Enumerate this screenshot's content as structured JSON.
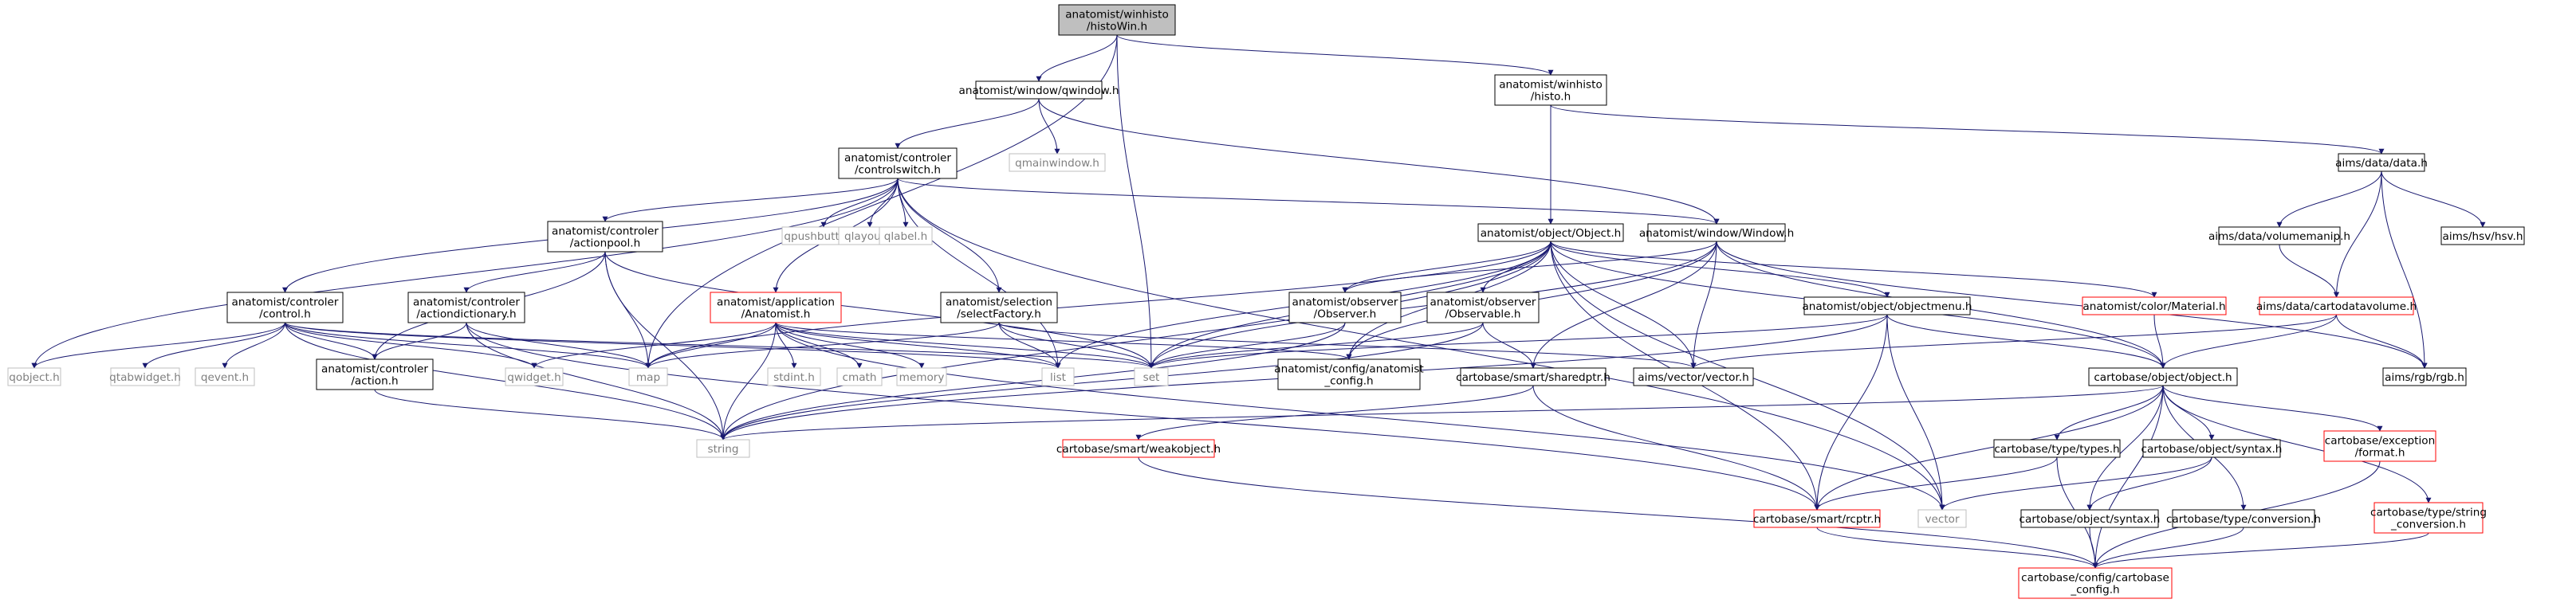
{
  "colors": {
    "edge": "#191970",
    "node_border": "#000000",
    "external_border": "#bfbfbf",
    "external_text": "#7f7f7f",
    "truncated_border": "#ff0000",
    "root_fill": "#bfbfbf",
    "node_fill": "#ffffff",
    "text": "#000000"
  },
  "nodes": [
    {
      "id": "root",
      "lines": [
        "anatomist/winhisto",
        "/histoWin.h"
      ],
      "kind": "root"
    },
    {
      "id": "qwindow",
      "lines": [
        "anatomist/window/qwindow.h"
      ],
      "kind": "normal"
    },
    {
      "id": "histo",
      "lines": [
        "anatomist/winhisto",
        "/histo.h"
      ],
      "kind": "normal"
    },
    {
      "id": "controlswitch",
      "lines": [
        "anatomist/controler",
        "/controlswitch.h"
      ],
      "kind": "normal"
    },
    {
      "id": "qmainwindow",
      "lines": [
        "qmainwindow.h"
      ],
      "kind": "external"
    },
    {
      "id": "aimsdata",
      "lines": [
        "aims/data/data.h"
      ],
      "kind": "normal"
    },
    {
      "id": "actionpool",
      "lines": [
        "anatomist/controler",
        "/actionpool.h"
      ],
      "kind": "normal"
    },
    {
      "id": "qpushbutton",
      "lines": [
        "qpushbutton.h"
      ],
      "kind": "external"
    },
    {
      "id": "qlayout",
      "lines": [
        "qlayout.h"
      ],
      "kind": "external"
    },
    {
      "id": "qlabel",
      "lines": [
        "qlabel.h"
      ],
      "kind": "external"
    },
    {
      "id": "object",
      "lines": [
        "anatomist/object/Object.h"
      ],
      "kind": "normal"
    },
    {
      "id": "window",
      "lines": [
        "anatomist/window/Window.h"
      ],
      "kind": "normal"
    },
    {
      "id": "volumemanip",
      "lines": [
        "aims/data/volumemanip.h"
      ],
      "kind": "normal"
    },
    {
      "id": "hsv",
      "lines": [
        "aims/hsv/hsv.h"
      ],
      "kind": "normal"
    },
    {
      "id": "control",
      "lines": [
        "anatomist/controler",
        "/control.h"
      ],
      "kind": "normal"
    },
    {
      "id": "actiondictionary",
      "lines": [
        "anatomist/controler",
        "/actiondictionary.h"
      ],
      "kind": "normal"
    },
    {
      "id": "anatomisth",
      "lines": [
        "anatomist/application",
        "/Anatomist.h"
      ],
      "kind": "truncated"
    },
    {
      "id": "selectfactory",
      "lines": [
        "anatomist/selection",
        "/selectFactory.h"
      ],
      "kind": "normal"
    },
    {
      "id": "observerh",
      "lines": [
        "anatomist/observer",
        "/Observer.h"
      ],
      "kind": "normal"
    },
    {
      "id": "observableh",
      "lines": [
        "anatomist/observer",
        "/Observable.h"
      ],
      "kind": "normal"
    },
    {
      "id": "objectmenu",
      "lines": [
        "anatomist/object/objectmenu.h"
      ],
      "kind": "normal"
    },
    {
      "id": "material",
      "lines": [
        "anatomist/color/Material.h"
      ],
      "kind": "truncated"
    },
    {
      "id": "cartodatavolume",
      "lines": [
        "aims/data/cartodatavolume.h"
      ],
      "kind": "truncated"
    },
    {
      "id": "qobject",
      "lines": [
        "qobject.h"
      ],
      "kind": "external"
    },
    {
      "id": "qtabwidget",
      "lines": [
        "qtabwidget.h"
      ],
      "kind": "external"
    },
    {
      "id": "qevent",
      "lines": [
        "qevent.h"
      ],
      "kind": "external"
    },
    {
      "id": "actionh",
      "lines": [
        "anatomist/controler",
        "/action.h"
      ],
      "kind": "normal"
    },
    {
      "id": "qwidget",
      "lines": [
        "qwidget.h"
      ],
      "kind": "external"
    },
    {
      "id": "map",
      "lines": [
        "map"
      ],
      "kind": "external"
    },
    {
      "id": "stdint",
      "lines": [
        "stdint.h"
      ],
      "kind": "external"
    },
    {
      "id": "cmath",
      "lines": [
        "cmath"
      ],
      "kind": "external"
    },
    {
      "id": "memory",
      "lines": [
        "memory"
      ],
      "kind": "external"
    },
    {
      "id": "list",
      "lines": [
        "list"
      ],
      "kind": "external"
    },
    {
      "id": "set",
      "lines": [
        "set"
      ],
      "kind": "external"
    },
    {
      "id": "config",
      "lines": [
        "anatomist/config/anatomist",
        "_config.h"
      ],
      "kind": "normal"
    },
    {
      "id": "sharedptr",
      "lines": [
        "cartobase/smart/sharedptr.h"
      ],
      "kind": "normal"
    },
    {
      "id": "aimsvector",
      "lines": [
        "aims/vector/vector.h"
      ],
      "kind": "normal"
    },
    {
      "id": "cbobject",
      "lines": [
        "cartobase/object/object.h"
      ],
      "kind": "normal"
    },
    {
      "id": "rgb",
      "lines": [
        "aims/rgb/rgb.h"
      ],
      "kind": "normal"
    },
    {
      "id": "string",
      "lines": [
        "string"
      ],
      "kind": "external"
    },
    {
      "id": "weakobject",
      "lines": [
        "cartobase/smart/weakobject.h"
      ],
      "kind": "truncated"
    },
    {
      "id": "types",
      "lines": [
        "cartobase/type/types.h"
      ],
      "kind": "normal"
    },
    {
      "id": "syntaxh",
      "lines": [
        "cartobase/object/syntax.h"
      ],
      "kind": "normal"
    },
    {
      "id": "format",
      "lines": [
        "cartobase/exception",
        "/format.h"
      ],
      "kind": "truncated"
    },
    {
      "id": "rcptr",
      "lines": [
        "cartobase/smart/rcptr.h"
      ],
      "kind": "truncated"
    },
    {
      "id": "vector",
      "lines": [
        "vector"
      ],
      "kind": "external"
    },
    {
      "id": "syntaxh2",
      "lines": [
        "cartobase/object/syntax.h"
      ],
      "kind": "normal"
    },
    {
      "id": "conversion",
      "lines": [
        "cartobase/type/conversion.h"
      ],
      "kind": "normal"
    },
    {
      "id": "stringconv",
      "lines": [
        "cartobase/type/string",
        "_conversion.h"
      ],
      "kind": "truncated"
    },
    {
      "id": "cartobaseconfig",
      "lines": [
        "cartobase/config/cartobase",
        "_config.h"
      ],
      "kind": "truncated"
    }
  ],
  "edges": [
    [
      "root",
      "qwindow"
    ],
    [
      "root",
      "histo"
    ],
    [
      "root",
      "map"
    ],
    [
      "root",
      "set"
    ],
    [
      "qwindow",
      "controlswitch"
    ],
    [
      "qwindow",
      "qmainwindow"
    ],
    [
      "qwindow",
      "window"
    ],
    [
      "histo",
      "object"
    ],
    [
      "histo",
      "aimsdata"
    ],
    [
      "controlswitch",
      "actionpool"
    ],
    [
      "controlswitch",
      "qpushbutton"
    ],
    [
      "controlswitch",
      "qlayout"
    ],
    [
      "controlswitch",
      "qlabel"
    ],
    [
      "controlswitch",
      "window"
    ],
    [
      "controlswitch",
      "control"
    ],
    [
      "controlswitch",
      "anatomisth"
    ],
    [
      "controlswitch",
      "selectfactory"
    ],
    [
      "controlswitch",
      "qobject"
    ],
    [
      "controlswitch",
      "list"
    ],
    [
      "controlswitch",
      "vector"
    ],
    [
      "aimsdata",
      "volumemanip"
    ],
    [
      "aimsdata",
      "hsv"
    ],
    [
      "aimsdata",
      "cartodatavolume"
    ],
    [
      "aimsdata",
      "rgb"
    ],
    [
      "actionpool",
      "actiondictionary"
    ],
    [
      "actionpool",
      "actionh"
    ],
    [
      "actionpool",
      "map"
    ],
    [
      "actionpool",
      "string"
    ],
    [
      "actionpool",
      "set"
    ],
    [
      "object",
      "observerh"
    ],
    [
      "object",
      "observableh"
    ],
    [
      "object",
      "objectmenu"
    ],
    [
      "object",
      "material"
    ],
    [
      "object",
      "map"
    ],
    [
      "object",
      "list"
    ],
    [
      "object",
      "set"
    ],
    [
      "object",
      "config"
    ],
    [
      "object",
      "aimsvector"
    ],
    [
      "object",
      "string"
    ],
    [
      "object",
      "rcptr"
    ],
    [
      "object",
      "cbobject"
    ],
    [
      "object",
      "vector"
    ],
    [
      "window",
      "observerh"
    ],
    [
      "window",
      "config"
    ],
    [
      "window",
      "aimsvector"
    ],
    [
      "window",
      "set"
    ],
    [
      "window",
      "sharedptr"
    ],
    [
      "window",
      "cbobject"
    ],
    [
      "window",
      "rgb"
    ],
    [
      "volumemanip",
      "cartodatavolume"
    ],
    [
      "control",
      "qobject"
    ],
    [
      "control",
      "qtabwidget"
    ],
    [
      "control",
      "qevent"
    ],
    [
      "control",
      "actionh"
    ],
    [
      "control",
      "qwidget"
    ],
    [
      "control",
      "map"
    ],
    [
      "control",
      "list"
    ],
    [
      "control",
      "set"
    ],
    [
      "control",
      "string"
    ],
    [
      "actiondictionary",
      "actionh"
    ],
    [
      "actiondictionary",
      "map"
    ],
    [
      "actiondictionary",
      "string"
    ],
    [
      "actiondictionary",
      "rcptr"
    ],
    [
      "anatomisth",
      "qwidget"
    ],
    [
      "anatomisth",
      "map"
    ],
    [
      "anatomisth",
      "stdint"
    ],
    [
      "anatomisth",
      "cmath"
    ],
    [
      "anatomisth",
      "memory"
    ],
    [
      "anatomisth",
      "list"
    ],
    [
      "anatomisth",
      "set"
    ],
    [
      "anatomisth",
      "string"
    ],
    [
      "anatomisth",
      "config"
    ],
    [
      "anatomisth",
      "vector"
    ],
    [
      "selectfactory",
      "map"
    ],
    [
      "selectfactory",
      "list"
    ],
    [
      "selectfactory",
      "set"
    ],
    [
      "selectfactory",
      "aimsvector"
    ],
    [
      "observerh",
      "set"
    ],
    [
      "observerh",
      "string"
    ],
    [
      "observableh",
      "set"
    ],
    [
      "observableh",
      "string"
    ],
    [
      "observableh",
      "sharedptr"
    ],
    [
      "objectmenu",
      "set"
    ],
    [
      "objectmenu",
      "string"
    ],
    [
      "objectmenu",
      "rcptr"
    ],
    [
      "objectmenu",
      "vector"
    ],
    [
      "objectmenu",
      "cbobject"
    ],
    [
      "material",
      "cbobject"
    ],
    [
      "cartodatavolume",
      "aimsvector"
    ],
    [
      "cartodatavolume",
      "cbobject"
    ],
    [
      "cartodatavolume",
      "rgb"
    ],
    [
      "actionh",
      "string"
    ],
    [
      "sharedptr",
      "weakobject"
    ],
    [
      "sharedptr",
      "rcptr"
    ],
    [
      "cbobject",
      "string"
    ],
    [
      "cbobject",
      "types"
    ],
    [
      "cbobject",
      "syntaxh"
    ],
    [
      "cbobject",
      "format"
    ],
    [
      "cbobject",
      "rcptr"
    ],
    [
      "cbobject",
      "syntaxh2"
    ],
    [
      "cbobject",
      "conversion"
    ],
    [
      "cbobject",
      "stringconv"
    ],
    [
      "cbobject",
      "cartobaseconfig"
    ],
    [
      "weakobject",
      "cartobaseconfig"
    ],
    [
      "types",
      "rcptr"
    ],
    [
      "types",
      "cartobaseconfig"
    ],
    [
      "syntaxh",
      "vector"
    ],
    [
      "syntaxh",
      "syntaxh2"
    ],
    [
      "format",
      "cartobaseconfig"
    ],
    [
      "rcptr",
      "cartobaseconfig"
    ],
    [
      "syntaxh2",
      "cartobaseconfig"
    ],
    [
      "conversion",
      "cartobaseconfig"
    ],
    [
      "stringconv",
      "cartobaseconfig"
    ]
  ]
}
